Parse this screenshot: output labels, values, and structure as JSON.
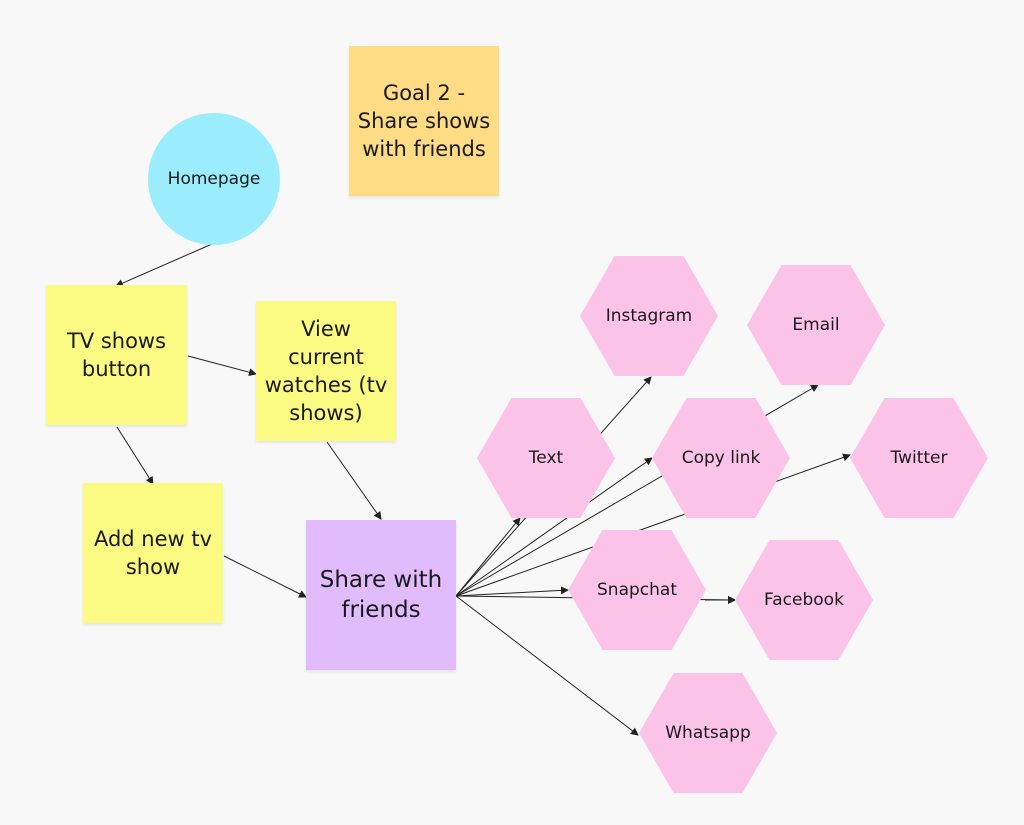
{
  "goal_note": "Goal 2 - Share shows with friends",
  "nodes": {
    "homepage": "Homepage",
    "tv_shows_button": "TV shows button",
    "view_current_watches": "View current watches (tv shows)",
    "add_new_tv_show": "Add new tv show",
    "share_with_friends": "Share with friends",
    "instagram": "Instagram",
    "email": "Email",
    "text": "Text",
    "copy_link": "Copy link",
    "twitter": "Twitter",
    "snapchat": "Snapchat",
    "facebook": "Facebook",
    "whatsapp": "Whatsapp"
  },
  "edges": [
    [
      "homepage",
      "tv_shows_button"
    ],
    [
      "tv_shows_button",
      "view_current_watches"
    ],
    [
      "tv_shows_button",
      "add_new_tv_show"
    ],
    [
      "view_current_watches",
      "share_with_friends"
    ],
    [
      "add_new_tv_show",
      "share_with_friends"
    ],
    [
      "share_with_friends",
      "text"
    ],
    [
      "share_with_friends",
      "instagram"
    ],
    [
      "share_with_friends",
      "copy_link"
    ],
    [
      "share_with_friends",
      "email"
    ],
    [
      "share_with_friends",
      "twitter"
    ],
    [
      "share_with_friends",
      "snapchat"
    ],
    [
      "share_with_friends",
      "facebook"
    ],
    [
      "share_with_friends",
      "whatsapp"
    ],
    [
      "snapchat",
      "facebook"
    ]
  ],
  "colors": {
    "canvas": "#f8f8f8",
    "sticky_yellow": "#fbfb84",
    "sticky_orange": "#fedb85",
    "sticky_purple": "#e0bcfc",
    "circle_cyan": "#9bedfd",
    "hexagon_pink": "#fcc3e9",
    "connector": "#222222"
  }
}
